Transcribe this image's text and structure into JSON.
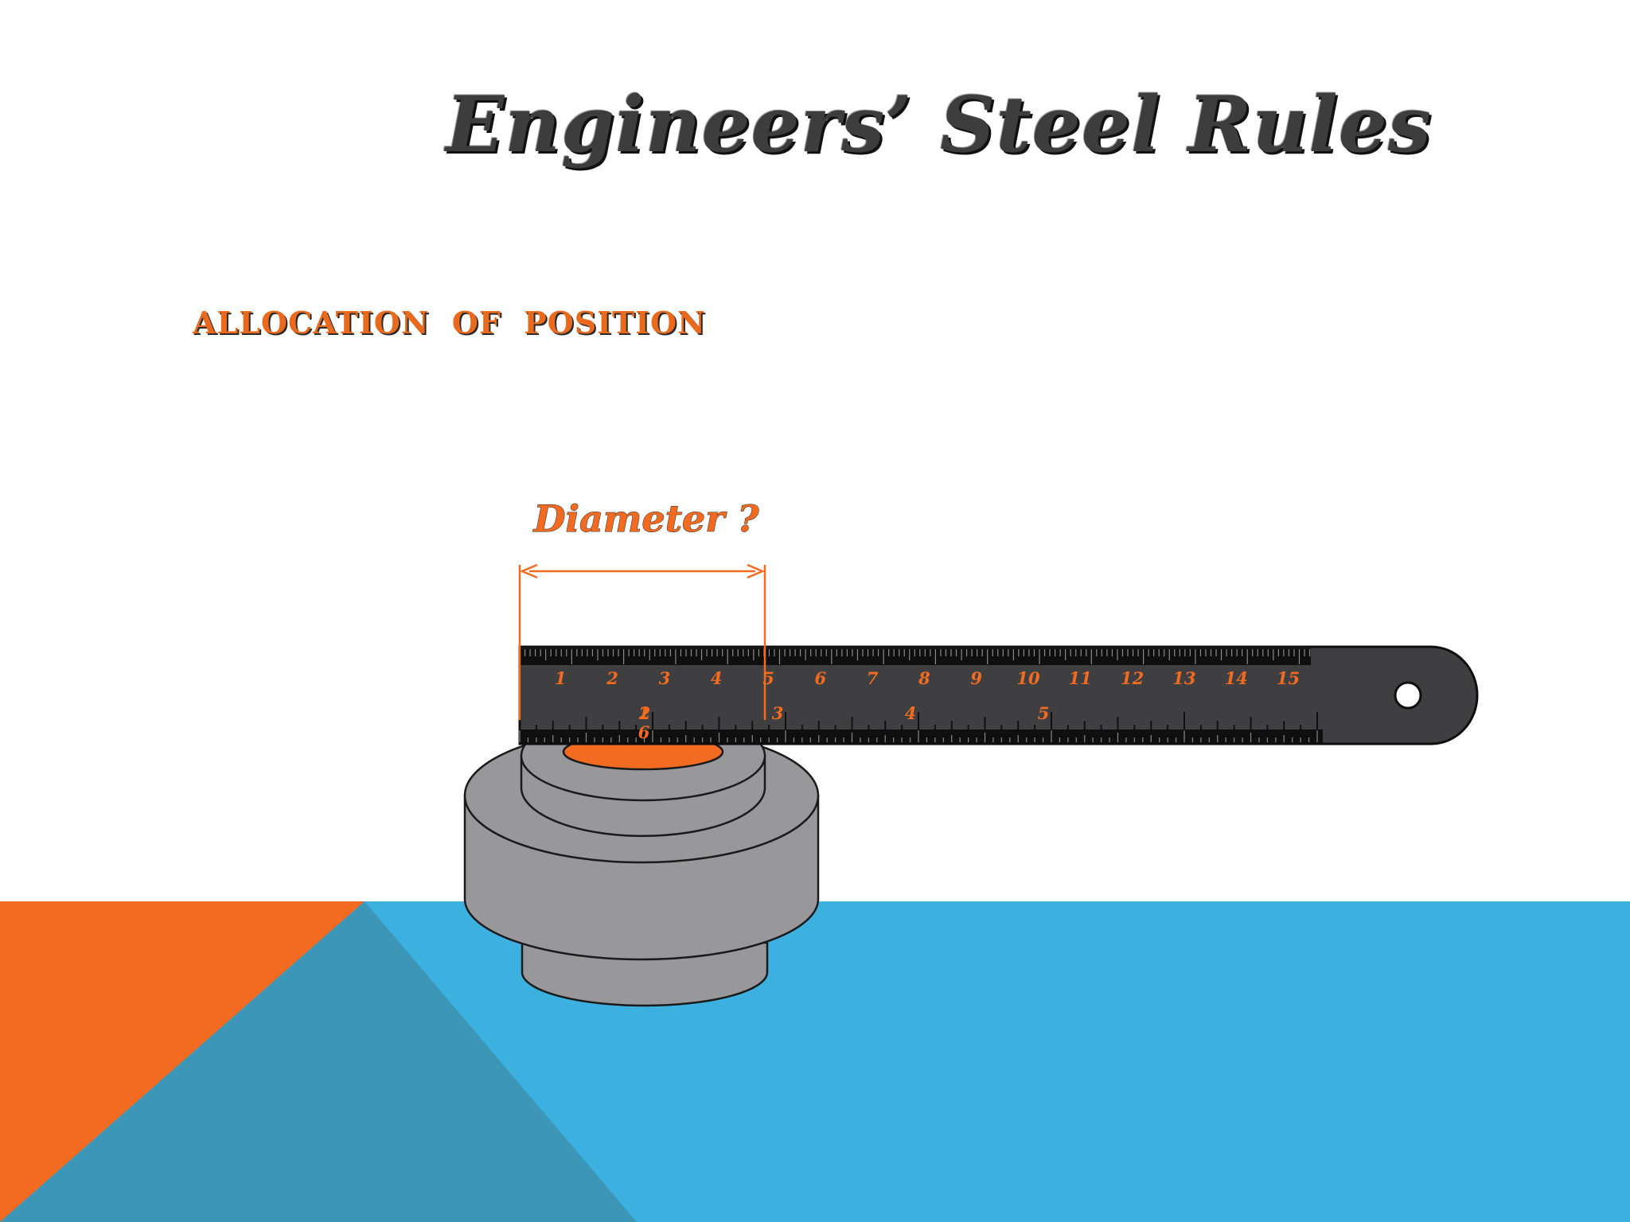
{
  "slide": {
    "title": "Engineers’ Steel Rules",
    "subtitle": "ALLOCATION OF POSITION"
  },
  "diagram": {
    "dimension_label": "Diameter ?",
    "ruler_top_scale": [
      "1",
      "2",
      "3",
      "4",
      "5",
      "6",
      "7",
      "8",
      "9",
      "10",
      "11",
      "12",
      "13",
      "14",
      "15"
    ],
    "ruler_bottom_scale": [
      "1",
      "2",
      "3",
      "4",
      "5"
    ],
    "ruler_bottom_sub_label": "6"
  },
  "colors": {
    "accent_orange": "#f26b21",
    "background_blue": "#3cb1df",
    "triangle_teal": "#3b96b8",
    "ruler_body": "#3f3f41",
    "part_gray": "#98979a",
    "title_gray": "#3d3d3d"
  }
}
